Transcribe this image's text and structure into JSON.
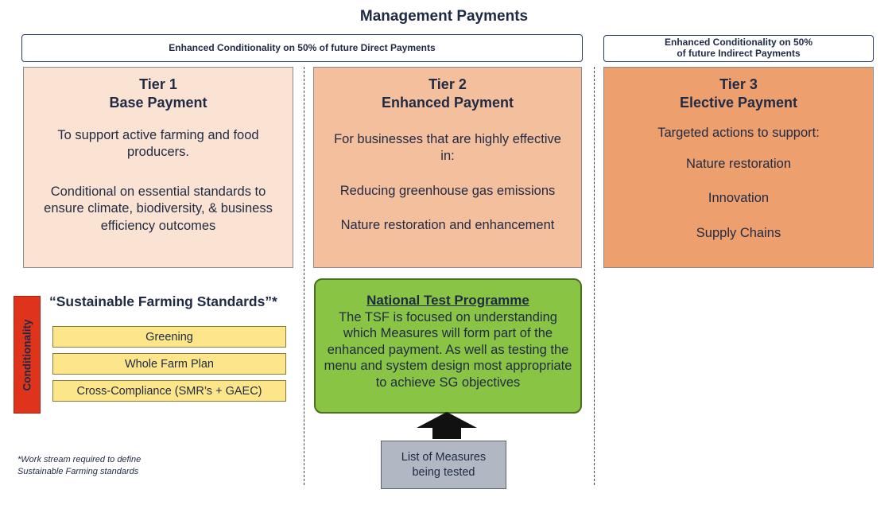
{
  "title": "Management Payments",
  "headers": {
    "direct": "Enhanced Conditionality on 50% of future Direct Payments",
    "indirect": "Enhanced Conditionality on 50%\nof future Indirect Payments"
  },
  "tiers": [
    {
      "label": "Tier 1",
      "name": "Base Payment",
      "paragraphs": [
        "To support active farming and food producers.",
        "Conditional on essential standards to ensure climate, biodiversity, & business efficiency outcomes"
      ]
    },
    {
      "label": "Tier 2",
      "name": "Enhanced Payment",
      "paragraphs": [
        "For businesses that are highly effective in:",
        "Reducing greenhouse gas emissions",
        "Nature restoration and enhancement"
      ]
    },
    {
      "label": "Tier 3",
      "name": "Elective Payment",
      "paragraphs": [
        "Targeted actions to support:",
        "Nature restoration",
        "Innovation",
        "Supply Chains"
      ]
    }
  ],
  "conditionality": {
    "label": "Conditionality",
    "title": "“Sustainable Farming Standards”*",
    "standards": [
      "Greening",
      "Whole Farm Plan",
      "Cross-Compliance (SMR’s + GAEC)"
    ]
  },
  "national_test": {
    "title": "National Test Programme",
    "body": "The TSF is focused on understanding which Measures will form part of the enhanced payment. As well as testing the menu and system design most appropriate to achieve SG objectives"
  },
  "measures": "List of Measures\nbeing tested",
  "footnote": "*Work stream required to define\nSustainable Farming standards",
  "colors": {
    "tier1": "#fbe3d3",
    "tier2": "#f4bf9d",
    "tier3": "#ee9f6e",
    "conditionality": "#e0331c",
    "standard": "#fde58a",
    "national_test": "#8ac444",
    "measures": "#b1b7c3",
    "text": "#1f2a44"
  }
}
